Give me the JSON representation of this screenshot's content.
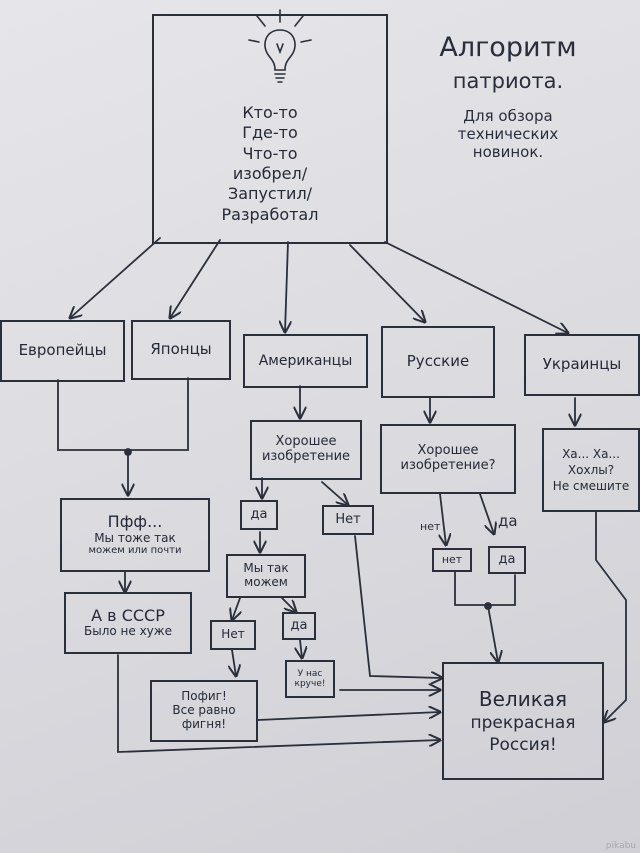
{
  "title": {
    "line1": "Алгоритм",
    "line2": "патриота.",
    "sub1": "Для обзора",
    "sub2": "технических",
    "sub3": "новинок."
  },
  "root": [
    "Кто-то",
    "Где-то",
    "Что-то",
    "изобрел/",
    "Запустил/",
    "Разработал"
  ],
  "groups": {
    "europeans": "Европейцы",
    "japanese": "Японцы",
    "americans": "Американцы",
    "russians": "Русские",
    "ukrainians": "Украинцы"
  },
  "left": {
    "pff": [
      "Пфф...",
      "Мы тоже так",
      "можем или почти"
    ],
    "ussr": [
      "А в СССР",
      "Было не хуже"
    ]
  },
  "americans": {
    "question": [
      "Хорошее",
      "изобретение"
    ],
    "yes": "да",
    "no": "Нет",
    "can": [
      "Мы так",
      "можем"
    ],
    "can_no": "Нет",
    "can_yes": "да",
    "better": [
      "У нас",
      "круче!"
    ],
    "whatever": [
      "Пофиг!",
      "Все равно",
      "фигня!"
    ]
  },
  "russians": {
    "question": [
      "Хорошее",
      "изобретение?"
    ],
    "no_label": "нет",
    "yes_label": "да",
    "no": "нет",
    "yes": "да"
  },
  "ukrainians": {
    "haha": [
      "Ха... Ха...",
      "Хохлы?",
      "Не смешите"
    ]
  },
  "result": [
    "Великая",
    "прекрасная",
    "Россия!"
  ],
  "watermark": "pikabu",
  "colors": {
    "ink": "#2b2f3a",
    "paper": "#dcdcdf"
  }
}
